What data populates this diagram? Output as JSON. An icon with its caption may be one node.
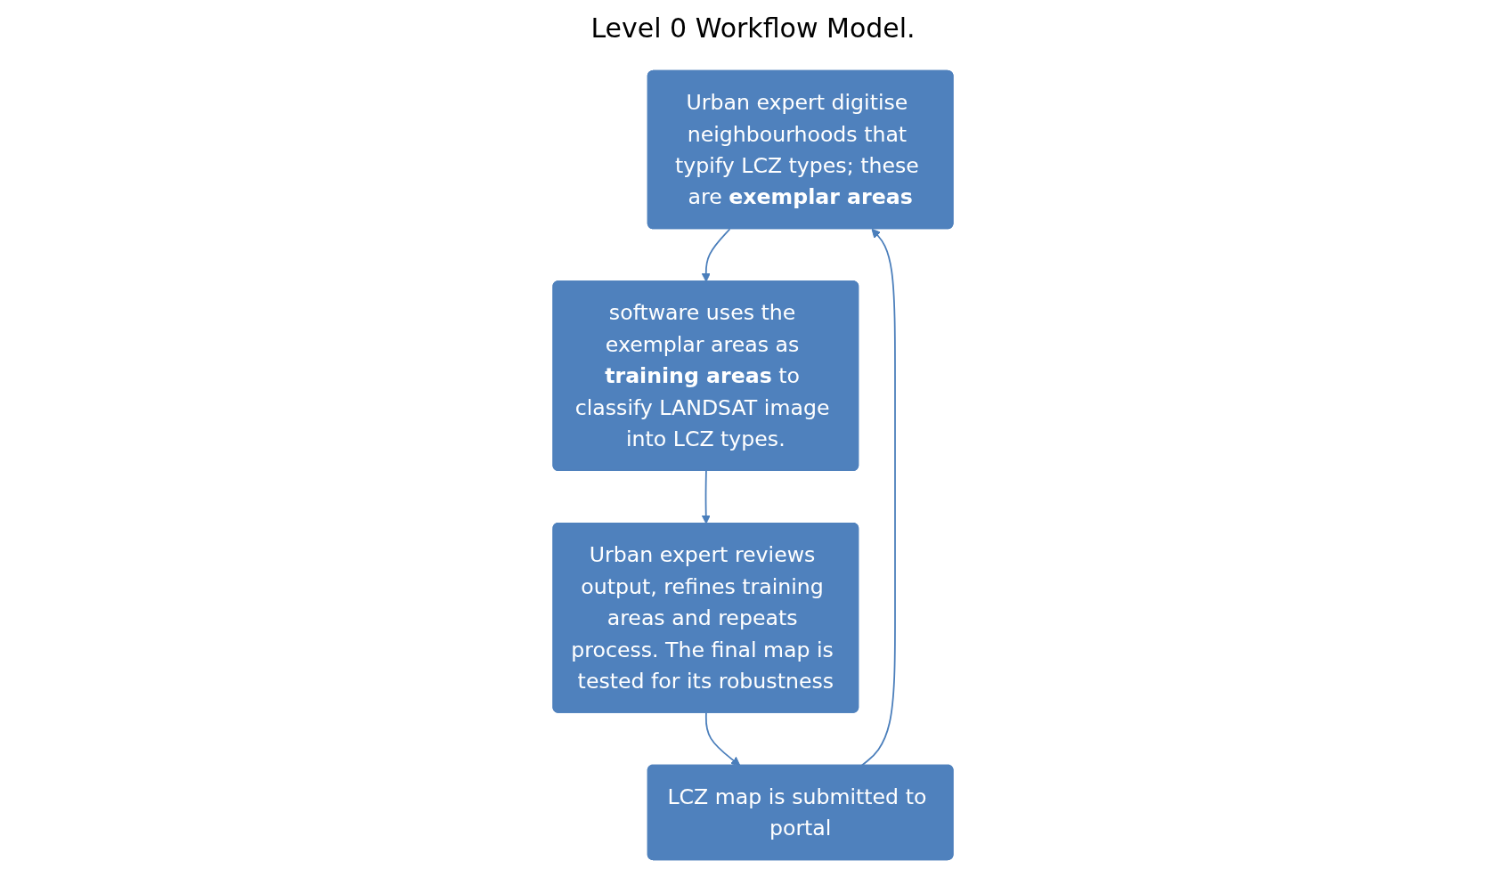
{
  "diagram": {
    "title": "Level 0 Workflow Model.",
    "nodes": [
      {
        "text": [
          "Urban expert digitise neighbourhoods that typify LCZ types; these are **exemplar areas**"
        ]
      },
      {
        "text": [
          "LCZ map is submitted to portal"
        ]
      },
      {
        "text": [
          "software uses the exemplar areas as **training areas** to classify LANDSAT image into LCZ types."
        ]
      },
      {
        "text": [
          "Urban expert reviews output, refines training areas and repeats process. The final map is tested for its robustness"
        ]
      }
    ],
    "edges": [
      {
        "from": 0,
        "to": 2,
        "arrow": "to"
      },
      {
        "from": 2,
        "to": 3,
        "arrow": "to"
      },
      {
        "from": 3,
        "to": 1,
        "arrow": "to"
      },
      {
        "from": 1,
        "to": 0,
        "arrow": "to"
      }
    ]
  }
}
